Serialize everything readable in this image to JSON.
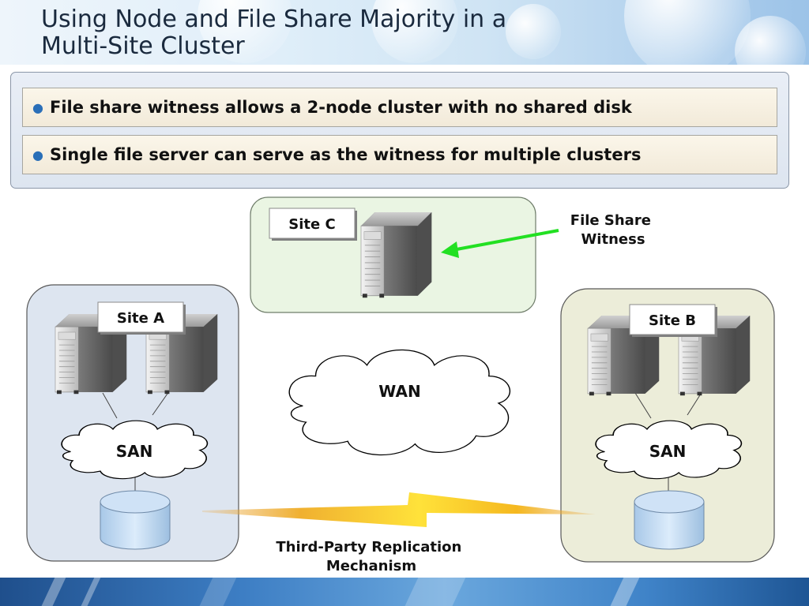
{
  "header": {
    "title_lines": [
      "Using Node and File Share Majority in a",
      "Multi-Site Cluster"
    ]
  },
  "bullets": [
    "File share witness allows a 2-node cluster with no shared disk",
    "Single file server can serve as the witness for multiple clusters"
  ],
  "diagram": {
    "site_c": {
      "label": "Site C"
    },
    "site_a": {
      "label": "Site A",
      "san_label": "SAN"
    },
    "site_b": {
      "label": "Site B",
      "san_label": "SAN"
    },
    "wan_label": "WAN",
    "fsw_callout": [
      "File Share",
      "Witness"
    ],
    "replication_caption": [
      "Third-Party Replication",
      "Mechanism"
    ]
  },
  "colors": {
    "title": "#1a2a3e",
    "bullet_accent": "#2a6fb8",
    "site_c_fill": "#eaf5e3",
    "site_a_fill": "#dde5f0",
    "site_b_fill": "#ecedd9",
    "witness_arrow": "#22e022",
    "replication_bolt": "#f5c400"
  },
  "icons": [
    "server-icon",
    "disk-icon",
    "cloud-icon",
    "lightning-bolt-icon",
    "arrow-icon"
  ]
}
